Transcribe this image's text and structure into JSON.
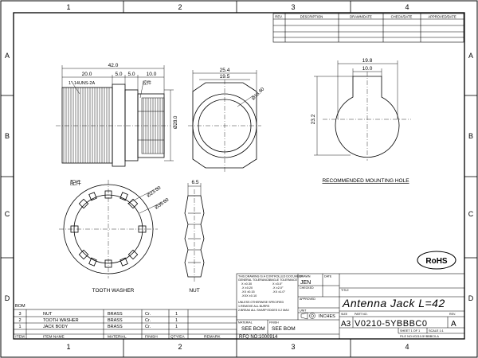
{
  "zones": {
    "columns": [
      "1",
      "2",
      "3",
      "4"
    ],
    "rows": [
      "A",
      "B",
      "C",
      "D"
    ]
  },
  "revision_block": {
    "headers": [
      "REV.",
      "DESCRIPTION",
      "DRAWN/DATE",
      "CHECK/DATE",
      "APPROVED/DATE"
    ]
  },
  "dimensions": {
    "overall_length": "42.0",
    "thread_length": "20.0",
    "step_a": "5.0",
    "step_b": "5.0",
    "body_length": "10.0",
    "thread_spec": "1\"-14UNS-2A",
    "body_dia": "Ø28.0",
    "nut_width": "25.4",
    "nut_inner": "19.5",
    "nut_dia": "Ø18.60",
    "hole_width": "19.8",
    "hole_flat": "10.0",
    "hole_height": "23.2",
    "washer_inner": "Ø23.00",
    "washer_outer": "Ø35.00",
    "nut_thickness": "6.5"
  },
  "labels": {
    "mounting_hole": "RECOMMENDED MOUNTING HOLE",
    "tooth_washer": "TOOTH WASHER",
    "nut": "NUT",
    "assembly_mark": "配件",
    "note_mark": "控件"
  },
  "bom": {
    "title": "BOM",
    "rows": [
      [
        "3",
        "NUT",
        "BRASS",
        "Cr.",
        "1",
        ""
      ],
      [
        "2",
        "TOOTH WASHER",
        "BRASS",
        "Cr.",
        "1",
        ""
      ],
      [
        "1",
        "JACK BODY",
        "BRASS",
        "Cr.",
        "1",
        ""
      ]
    ],
    "headers": [
      "ITEM",
      "ITEM NAME",
      "MATERIAL",
      "FINISH",
      "QTY/EA",
      "REMARK"
    ]
  },
  "title_block": {
    "controlled_note": "THIS DRAWING IS A CONTROLLED DOCUMENT",
    "general_tolerance": "GENERAL TOLERANCE",
    "angle_tolerance": "ANGLE TOLERANCE",
    "tolerances": [
      "X   ±0.30",
      ".X  ±0.20",
      ".XX ±0.15",
      ".XXX ±0.10"
    ],
    "angle_tolerances": [
      "X   ±3.0°",
      ".X  ±2.0°",
      ".XX ±1.0°"
    ],
    "notes": [
      "UNLESS OTHERWISE SPECIFIED",
      "1.REMOVE ALL BURRS",
      "2.BREAK ALL SHARP EDGES 0.2 MAX"
    ],
    "drawn_label": "DRAWN",
    "drawn_by": "JEN",
    "date_label": "DATE",
    "checked_label": "CHECKED",
    "approved_label": "APPROVED",
    "title_label": "TITLE",
    "title": "Antenna Jack L=42",
    "unit_label": "UNIT",
    "unit": "INCHES",
    "material_label": "MATERIAL",
    "material": "SEE BOM",
    "finish_label": "FINISH",
    "finish": "SEE BOM",
    "size_label": "SIZE",
    "size": "A3",
    "part_no_label": "PART NO.",
    "part_no": "V0210-5YBBBC0",
    "rev_label": "REV.",
    "rev": "A",
    "rfq": "RFQ NO:1000914",
    "sheet": "SHEET 1 OF 1",
    "scale": "SCALE 1:1",
    "file_no": "FILE NO:V0210-5YBBBC0-A",
    "rohs": "RoHS"
  }
}
